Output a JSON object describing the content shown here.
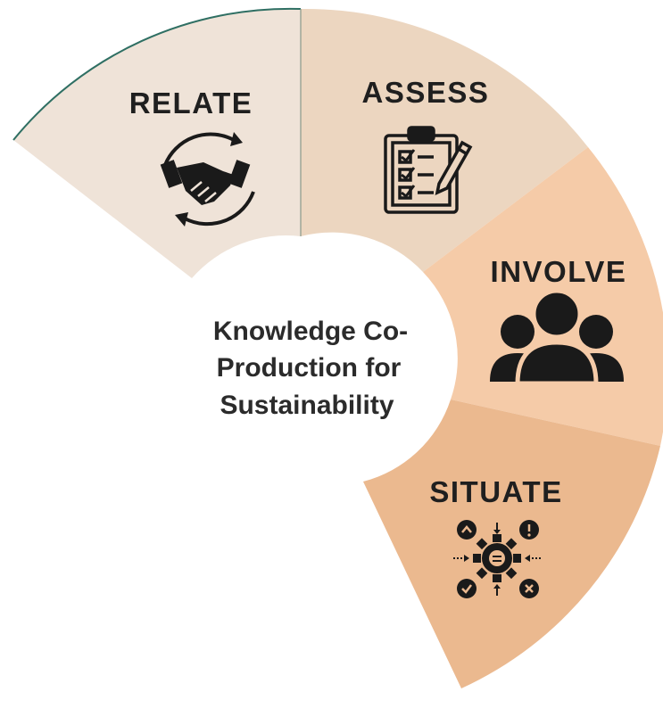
{
  "center": {
    "lines": [
      "Knowledge Co-",
      "Production for",
      "Sustainability"
    ]
  },
  "segments": [
    {
      "label": "RELATE",
      "icon": "handshake-cycle-icon",
      "color": "#efe3d8"
    },
    {
      "label": "ASSESS",
      "icon": "clipboard-checklist-icon",
      "color": "#ecd6c0"
    },
    {
      "label": "INVOLVE",
      "icon": "group-people-icon",
      "color": "#f5cba8"
    },
    {
      "label": "SITUATE",
      "icon": "context-gear-icon",
      "color": "#ebb98f"
    }
  ],
  "colors": {
    "ring_edge": "#2f6f63",
    "text": "#1f1f1f",
    "icon": "#1a1a1a"
  }
}
